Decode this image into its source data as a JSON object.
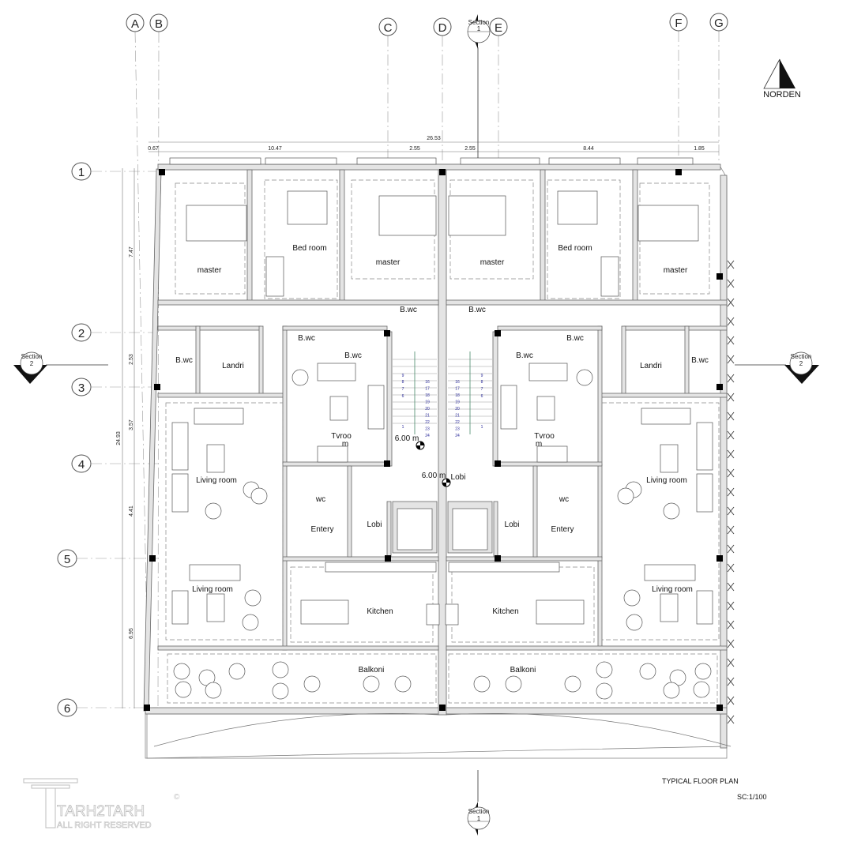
{
  "grid_columns": [
    "A",
    "B",
    "C",
    "D",
    "E",
    "F",
    "G"
  ],
  "grid_rows": [
    "1",
    "2",
    "3",
    "4",
    "5",
    "6"
  ],
  "dimensions_horizontal": {
    "total": "26.53",
    "segments": [
      "0.67",
      "10.47",
      "2.55",
      "2.55",
      "8.44",
      "1.85"
    ]
  },
  "dimensions_vertical": {
    "total": "24.93",
    "segments": [
      "7.47",
      "2.53",
      "3.57",
      "4.41",
      "6.95"
    ]
  },
  "sections": {
    "top": {
      "label": "Section",
      "number": "1"
    },
    "bottom": {
      "label": "Section",
      "number": "1"
    },
    "left": {
      "label": "Section",
      "number": "2"
    },
    "right": {
      "label": "Section",
      "number": "2"
    }
  },
  "north_arrow": {
    "label": "NORDEN"
  },
  "rooms_left": [
    "master",
    "Bed room",
    "master",
    "B.wc",
    "B.wc",
    "B.wc",
    "B.wc",
    "Landri",
    "Tvroo",
    "m",
    "Living room",
    "wc",
    "Entery",
    "Lobi",
    "Living room",
    "Kitchen",
    "Balkoni"
  ],
  "rooms_right": [
    "master",
    "Bed room",
    "master",
    "B.wc",
    "B.wc",
    "B.wc",
    "B.wc",
    "Landri",
    "Tvroo",
    "m",
    "Living room",
    "wc",
    "Entery",
    "Lobi",
    "Living room",
    "Kitchen",
    "Balkoni"
  ],
  "levels": [
    "6.00 m",
    "6.00 m"
  ],
  "center_lobi": "Lobi",
  "stairs": {
    "left_flight": [
      "9",
      "8",
      "7",
      "6",
      "1"
    ],
    "right_flight": [
      "16",
      "17",
      "18",
      "19",
      "20",
      "21",
      "22",
      "23",
      "24"
    ]
  },
  "title": "TYPICAL FLOOR  PLAN",
  "scale": "SC:1/100",
  "logo": {
    "name": "TARH2TARH",
    "tagline": "ALL RIGHT RESERVED",
    "mark": "©"
  }
}
